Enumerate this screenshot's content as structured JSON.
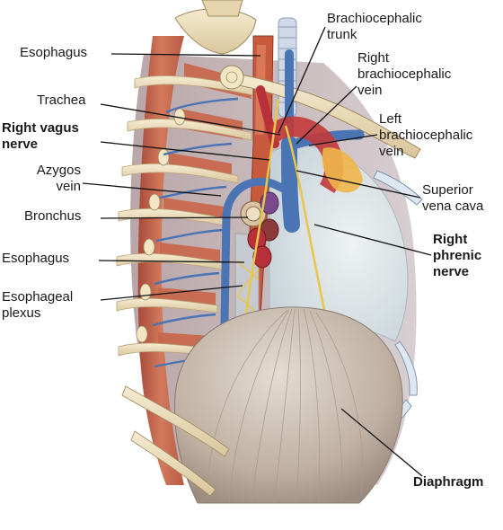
{
  "labels": {
    "esophagus_top": "Esophagus",
    "trachea": "Trachea",
    "right_vagus_nerve": "Right vagus\nnerve",
    "azygos_vein": "Azygos\nvein",
    "bronchus": "Bronchus",
    "esophagus_mid": "Esophagus",
    "esophageal_plexus": "Esophageal\nplexus",
    "brachiocephalic_trunk": "Brachiocephalic\ntrunk",
    "right_brachiocephalic_vein": "Right\nbrachiocephalic\nvein",
    "left_brachiocephalic_vein": "Left\nbrachiocephalic\nvein",
    "superior_vena_cava": "Superior\nvena cava",
    "right_phrenic_nerve": "Right\nphrenic\nnerve",
    "diaphragm": "Diaphragm"
  },
  "colors": {
    "muscle": "#c8684a",
    "bone": "#ecdcb8",
    "vein": "#4a74b4",
    "artery": "#b8303a",
    "nerve": "#e8c64a",
    "lung_wall": "#dfe6ea",
    "diaphragm": "#cdbfb2",
    "leader": "#111111"
  }
}
